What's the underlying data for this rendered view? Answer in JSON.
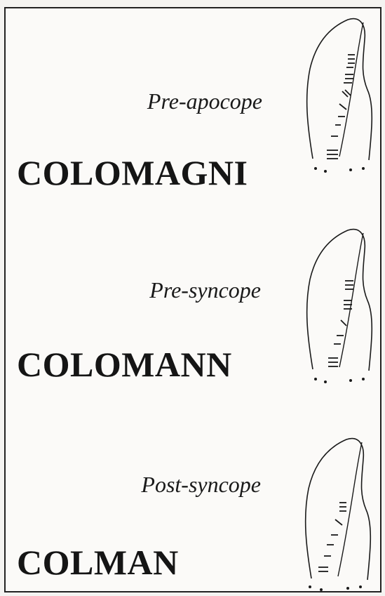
{
  "panels": [
    {
      "period": "Pre-apocope",
      "word": "COLOMAGNI"
    },
    {
      "period": "Pre-syncope",
      "word": "COLOMANN"
    },
    {
      "period": "Post-syncope",
      "word": "COLMAN"
    }
  ],
  "stone_icon": "ogham-stone-outline",
  "colors": {
    "ink": "#1a1a1a",
    "paper": "#fbfaf8"
  }
}
